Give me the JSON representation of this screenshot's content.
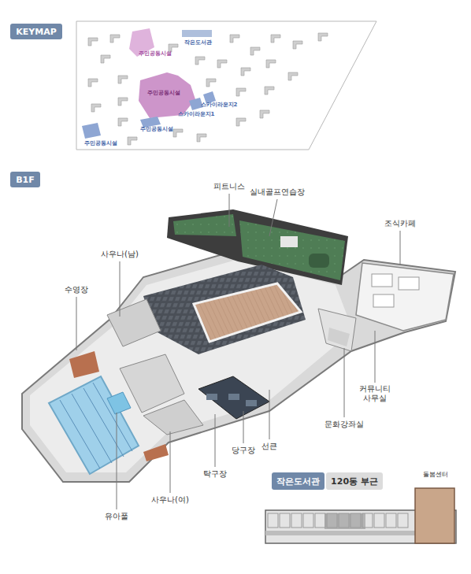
{
  "diagram": {
    "nodes": [
      {
        "text": [
          "KEYMAP"
        ]
      },
      {
        "text": [
          "B1F"
        ]
      },
      {
        "text": [
          "작은도서관"
        ]
      },
      {
        "text": [
          "120동 부근"
        ]
      }
    ],
    "labels": [
      "주민공동시설",
      "작은도서관",
      "주민공동시설",
      "스카이라운지2",
      "스카이라운지1",
      "주민공동시설",
      "주민공동시설",
      "피트니스",
      "실내골프연습장",
      "조식카페",
      "사우나(남)",
      "수영장",
      "커뮤니티 사무실",
      "문화강좌실",
      "선큰",
      "당구장",
      "탁구장",
      "사우나(여)",
      "유아풀",
      "돌봄센터"
    ]
  }
}
